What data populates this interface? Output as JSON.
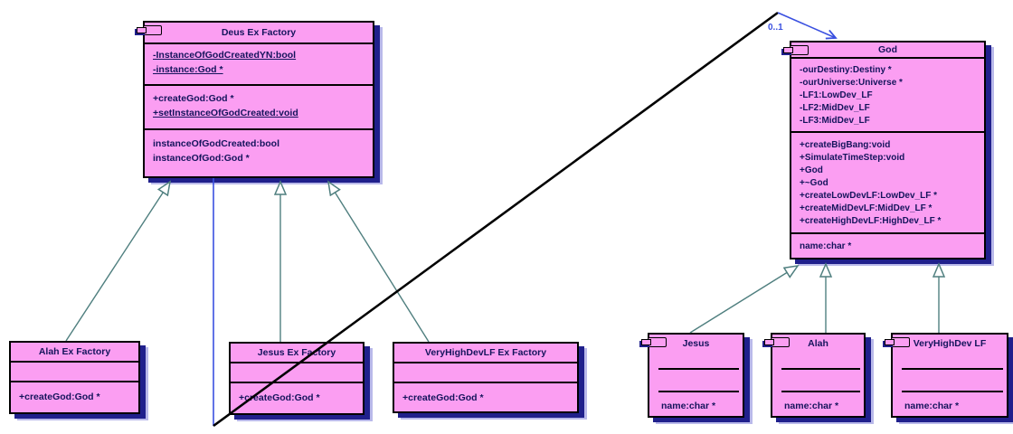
{
  "diagram": {
    "colors": {
      "box_fill": "#fb9ef2",
      "box_border": "#000000",
      "box_shadow": "#20208c",
      "text": "#14145c",
      "generalization_line": "#4f7f7f",
      "association_line": "#3a50e0",
      "crossing_line": "#000000"
    },
    "relations": {
      "association": {
        "from": "Deus Ex Factory",
        "to": "God",
        "multiplicity": "0..1"
      },
      "generalizations": [
        {
          "from": "Alah Ex Factory",
          "to": "Deus Ex Factory"
        },
        {
          "from": "Jesus Ex Factory",
          "to": "Deus Ex Factory"
        },
        {
          "from": "VeryHighDevLF Ex Factory",
          "to": "Deus Ex Factory"
        },
        {
          "from": "Jesus",
          "to": "God"
        },
        {
          "from": "Alah",
          "to": "God"
        },
        {
          "from": "VeryHighDev LF",
          "to": "God"
        }
      ]
    }
  },
  "classes": {
    "deus": {
      "title": "Deus Ex Factory",
      "attrs": [
        "-InstanceOfGodCreatedYN:bool",
        "-instance:God *"
      ],
      "methods": [
        "+createGod:God *",
        "+setInstanceOfGodCreated:void"
      ],
      "props": [
        "instanceOfGodCreated:bool",
        "instanceOfGod:God *"
      ]
    },
    "god": {
      "title": "God",
      "attrs": [
        "-ourDestiny:Destiny *",
        "-ourUniverse:Universe *",
        "-LF1:LowDev_LF",
        "-LF2:MidDev_LF",
        "-LF3:MidDev_LF"
      ],
      "methods": [
        "+createBigBang:void",
        "+SimulateTimeStep:void",
        "+God",
        "+~God",
        "+createLowDevLF:LowDev_LF *",
        "+createMidDevLF:MidDev_LF *",
        "+createHighDevLF:HighDev_LF *"
      ],
      "props": [
        "name:char *"
      ]
    },
    "alah_factory": {
      "title": "Alah Ex Factory",
      "methods": [
        "+createGod:God *"
      ]
    },
    "jesus_factory": {
      "title": "Jesus Ex Factory",
      "methods": [
        "+createGod:God *"
      ]
    },
    "vhd_factory": {
      "title": "VeryHighDevLF Ex Factory",
      "methods": [
        "+createGod:God *"
      ]
    },
    "jesus": {
      "title": "Jesus",
      "props": [
        "name:char *"
      ]
    },
    "alah": {
      "title": "Alah",
      "props": [
        "name:char *"
      ]
    },
    "vhd": {
      "title": "VeryHighDev LF",
      "props": [
        "name:char *"
      ]
    }
  }
}
